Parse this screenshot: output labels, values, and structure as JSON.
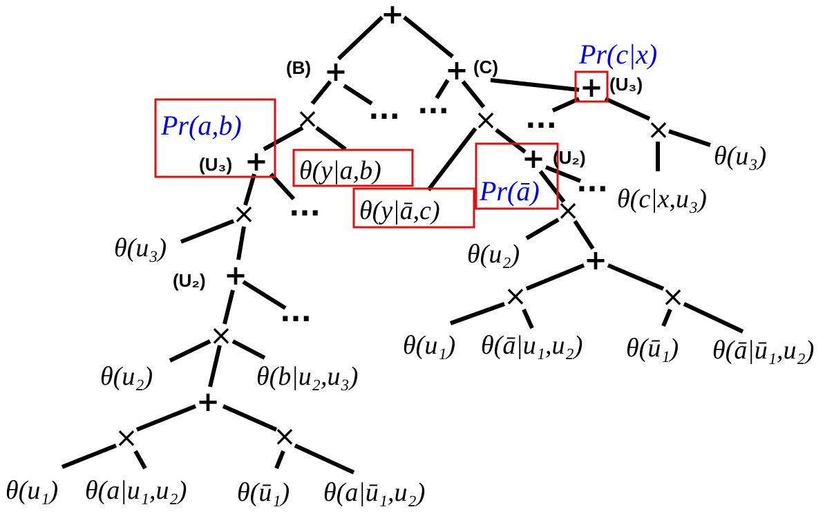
{
  "diagram": {
    "symbols": {
      "sum": "+",
      "product": "×",
      "ellipsis": "..."
    },
    "node_tags": {
      "B": "(B)",
      "C": "(C)",
      "U3_right": "(U₃)",
      "U3_left": "(U₃)",
      "U2_left": "(U₂)",
      "U2_right": "(U₂)"
    },
    "probability_labels": {
      "pr_c_given_x": "Pr(c|x)",
      "pr_a_b": "Pr(a,b)",
      "pr_not_a": "Pr(ā)"
    },
    "parameter_labels": {
      "theta_y_ab": "θ(y|a,b)",
      "theta_y_nota_c": "θ(y|ā,c)",
      "theta_u3_right": "θ(u₃)",
      "theta_c_x_u3": "θ(c|x,u₃)",
      "theta_u3_left": "θ(u₃)",
      "theta_u2_right": "θ(u₂)",
      "theta_u1_right": "θ(u₁)",
      "theta_nota_u1u2_right": "θ(ā|u₁,u₂)",
      "theta_notu1_right": "θ(ū₁)",
      "theta_nota_notu1u2_right": "θ(ā|ū₁,u₂)",
      "theta_u2_left": "θ(u₂)",
      "theta_b_u2u3": "θ(b|u₂,u₃)",
      "theta_u1_left": "θ(u₁)",
      "theta_a_u1u2": "θ(a|u₁,u₂)",
      "theta_notu1_left": "θ(ū₁)",
      "theta_a_notu1u2": "θ(a|ū₁,u₂)"
    }
  }
}
